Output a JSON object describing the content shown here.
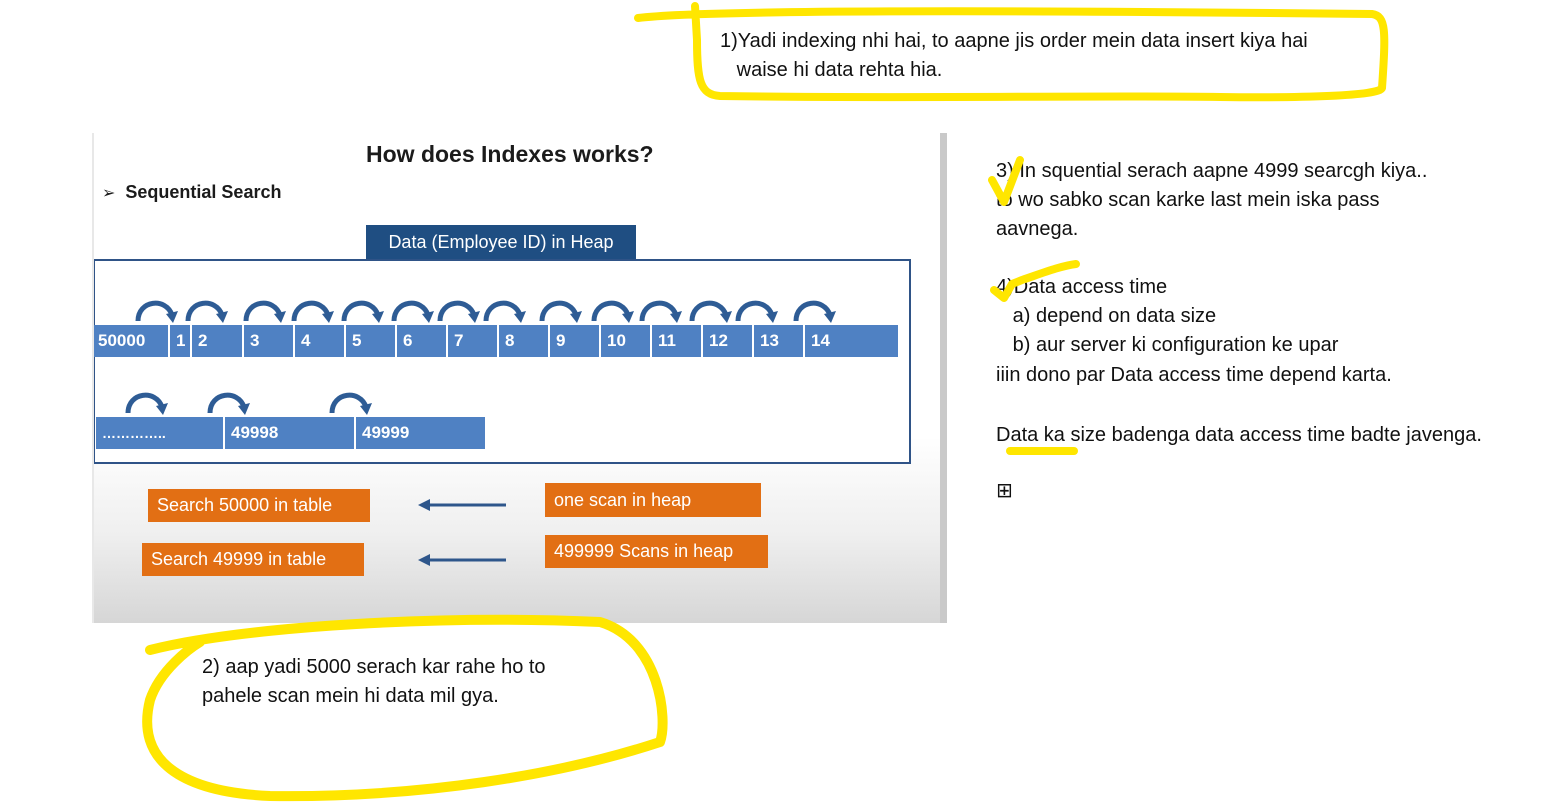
{
  "notes": {
    "note1_line1": "1)Yadi indexing nhi hai, to aapne jis order mein data insert kiya hai",
    "note1_line2": "   waise hi data rehta hia.",
    "note2_line1": "2) aap yadi 5000 serach kar rahe ho to",
    "note2_line2": "pahele scan mein hi data mil gya.",
    "note3_line1": "3) In squential serach aapne 4999 searcgh kiya..",
    "note3_line2": "to wo sabko scan karke last mein iska pass",
    "note3_line3": "aavnega.",
    "note4_title": "4)Data access time",
    "note4_a": "   a) depend on data size",
    "note4_b": "   b) aur server ki configuration ke upar",
    "note4_c": "iiin dono par Data access time depend karta.",
    "note5": "Data ka size badenga data access time badte javenga.",
    "table_glyph": "⊞"
  },
  "slide": {
    "title": "How does Indexes works?",
    "subheading": "Sequential Search",
    "bullet": "➢",
    "heap_tab": "Data (Employee ID) in Heap",
    "row1": [
      "50000",
      "1",
      "2",
      "3",
      "4",
      "5",
      "6",
      "7",
      "8",
      "9",
      "10",
      "11",
      "12",
      "13",
      "14"
    ],
    "row2": [
      "…………..",
      "49998",
      "49999"
    ],
    "search1": "Search 50000 in table",
    "search2": "Search 49999 in table",
    "result1": "one scan in heap",
    "result2": "499999 Scans in heap"
  },
  "colors": {
    "highlight": "#ffe600",
    "bar_blue": "#4f81c3",
    "tab_navy": "#1f4e82",
    "orange": "#e26f14",
    "curl_blue": "#2e5c95"
  }
}
